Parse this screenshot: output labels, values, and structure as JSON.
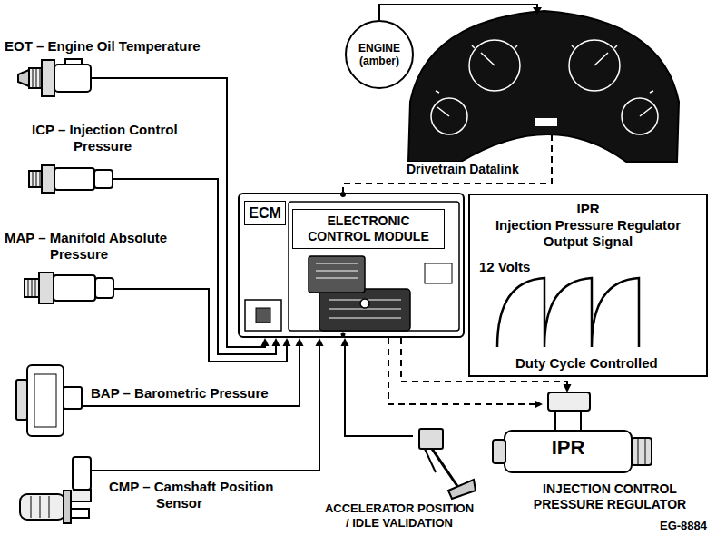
{
  "diagram": {
    "nodes": [
      {
        "text": [
          "ENGINE (amber)"
        ]
      },
      {
        "text": [
          "EOT – Engine Oil Temperature"
        ]
      },
      {
        "text": [
          "ICP – Injection Control Pressure"
        ]
      },
      {
        "text": [
          "ECM",
          "ELECTRONIC CONTROL MODULE"
        ]
      },
      {
        "text": [
          "IPR",
          "Injection Pressure Regulator Output Signal",
          "12 Volts",
          "Duty Cycle Controlled"
        ]
      },
      {
        "text": [
          "MAP – Manifold Absolute Pressure"
        ]
      },
      {
        "text": [
          "BAP – Barometric Pressure"
        ]
      },
      {
        "text": [
          "CMP – Camshaft Position Sensor"
        ]
      },
      {
        "text": [
          "ACCELERATOR POSITION / IDLE VALIDATION"
        ]
      },
      {
        "text": [
          "IPR",
          "INJECTION CONTROL PRESSURE REGULATOR"
        ]
      }
    ],
    "edges": [
      {
        "from": 1,
        "to": 3,
        "arrow": "to"
      },
      {
        "from": 2,
        "to": 3,
        "arrow": "to"
      },
      {
        "from": 5,
        "to": 3,
        "arrow": "to"
      },
      {
        "from": 6,
        "to": 3,
        "arrow": "to"
      },
      {
        "from": 7,
        "to": 3,
        "arrow": "to"
      },
      {
        "from": 8,
        "to": 3,
        "arrow": "to"
      },
      {
        "from": 3,
        "to": 9,
        "arrow": "to"
      },
      {
        "from": 3,
        "to": 9,
        "arrow": "to"
      }
    ],
    "labels": [
      "Drivetrain Datalink",
      "EG-8884"
    ]
  }
}
